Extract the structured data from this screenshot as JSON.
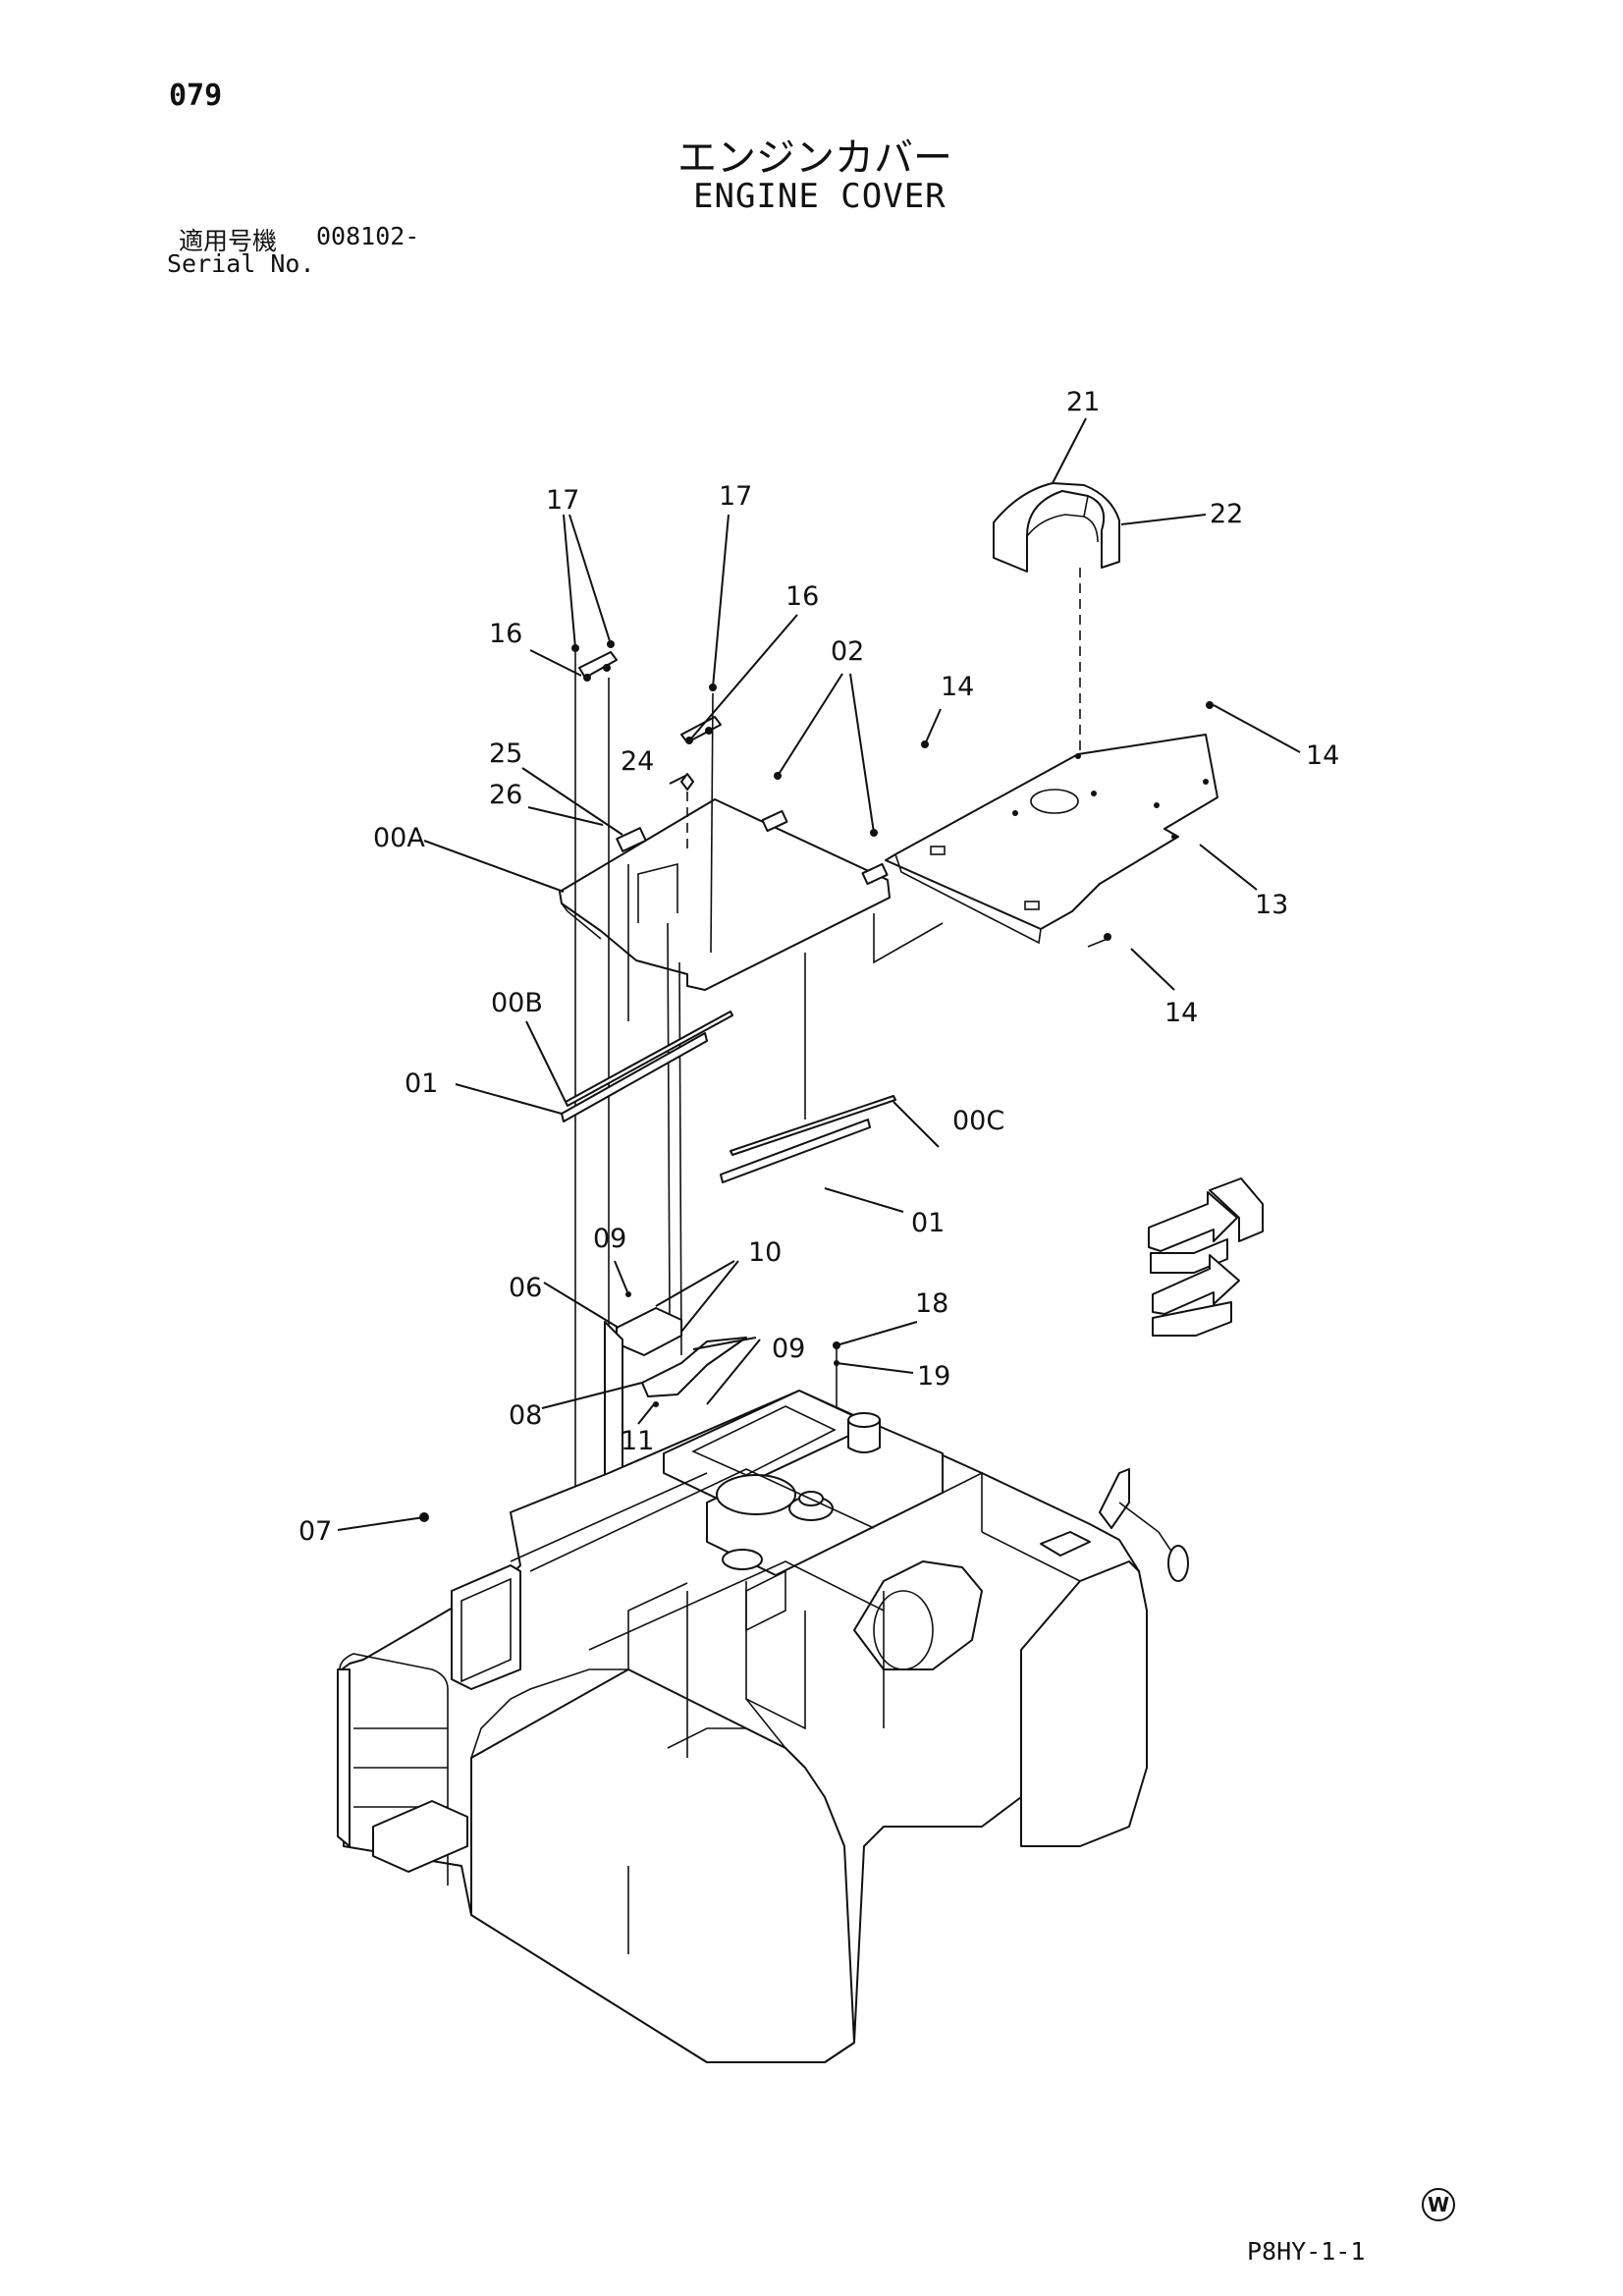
{
  "header": {
    "page_number": "079",
    "title_jp": "エンジンカバー",
    "title_en": "ENGINE COVER",
    "serial_label_jp": "適用号機",
    "serial_value": "008102-",
    "serial_label_en": "Serial No."
  },
  "footer": {
    "mark": "W",
    "drawing_code": "P8HY-1-1"
  },
  "callouts": [
    "21",
    "22",
    "17",
    "17",
    "16",
    "16",
    "02",
    "14",
    "14",
    "25",
    "24",
    "26",
    "00A",
    "13",
    "14",
    "00B",
    "01",
    "00C",
    "01",
    "09",
    "10",
    "06",
    "18",
    "09",
    "19",
    "08",
    "11",
    "07"
  ],
  "colors": {
    "ink": "#111111",
    "paper": "#ffffff"
  }
}
